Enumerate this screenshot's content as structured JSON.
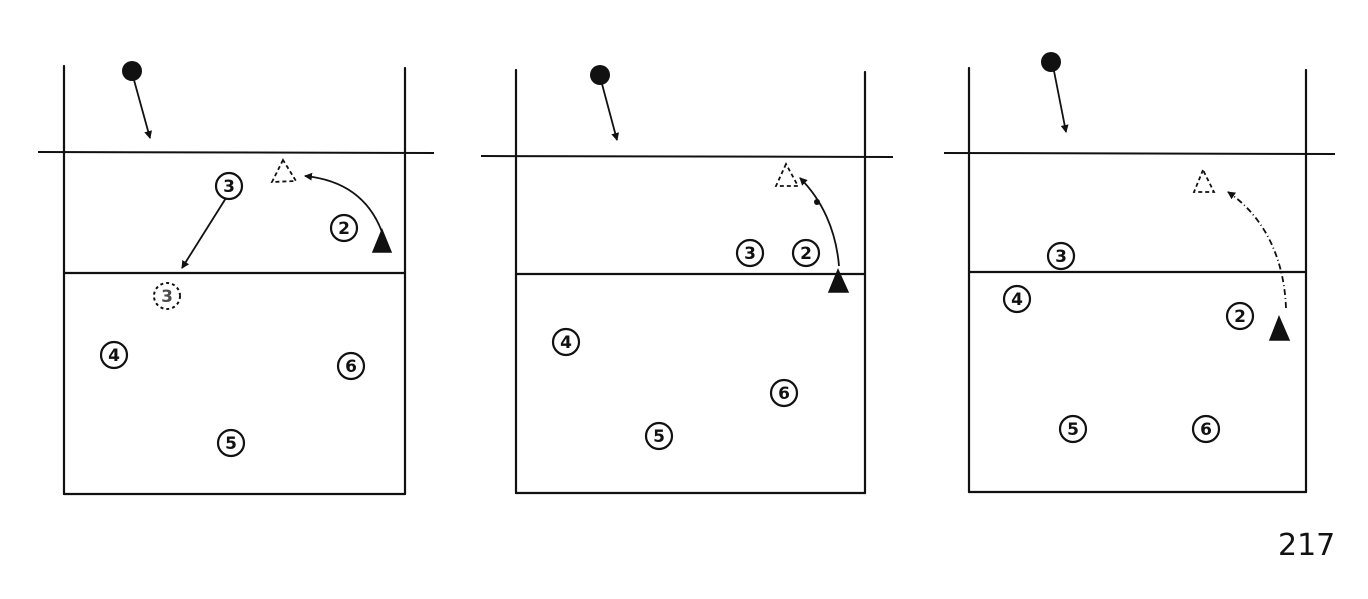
{
  "page_number": "217",
  "diagrams": [
    {
      "id": "a",
      "players": [
        {
          "num": "3",
          "ghost": false
        },
        {
          "num": "3",
          "ghost": true
        },
        {
          "num": "2",
          "ghost": false
        },
        {
          "num": "4",
          "ghost": false
        },
        {
          "num": "6",
          "ghost": false
        },
        {
          "num": "5",
          "ghost": false
        }
      ]
    },
    {
      "id": "b",
      "players": [
        {
          "num": "3",
          "ghost": false
        },
        {
          "num": "2",
          "ghost": false
        },
        {
          "num": "4",
          "ghost": false
        },
        {
          "num": "6",
          "ghost": false
        },
        {
          "num": "5",
          "ghost": false
        }
      ]
    },
    {
      "id": "c",
      "players": [
        {
          "num": "3",
          "ghost": false
        },
        {
          "num": "4",
          "ghost": false
        },
        {
          "num": "2",
          "ghost": false
        },
        {
          "num": "5",
          "ghost": false
        },
        {
          "num": "6",
          "ghost": false
        }
      ]
    }
  ]
}
